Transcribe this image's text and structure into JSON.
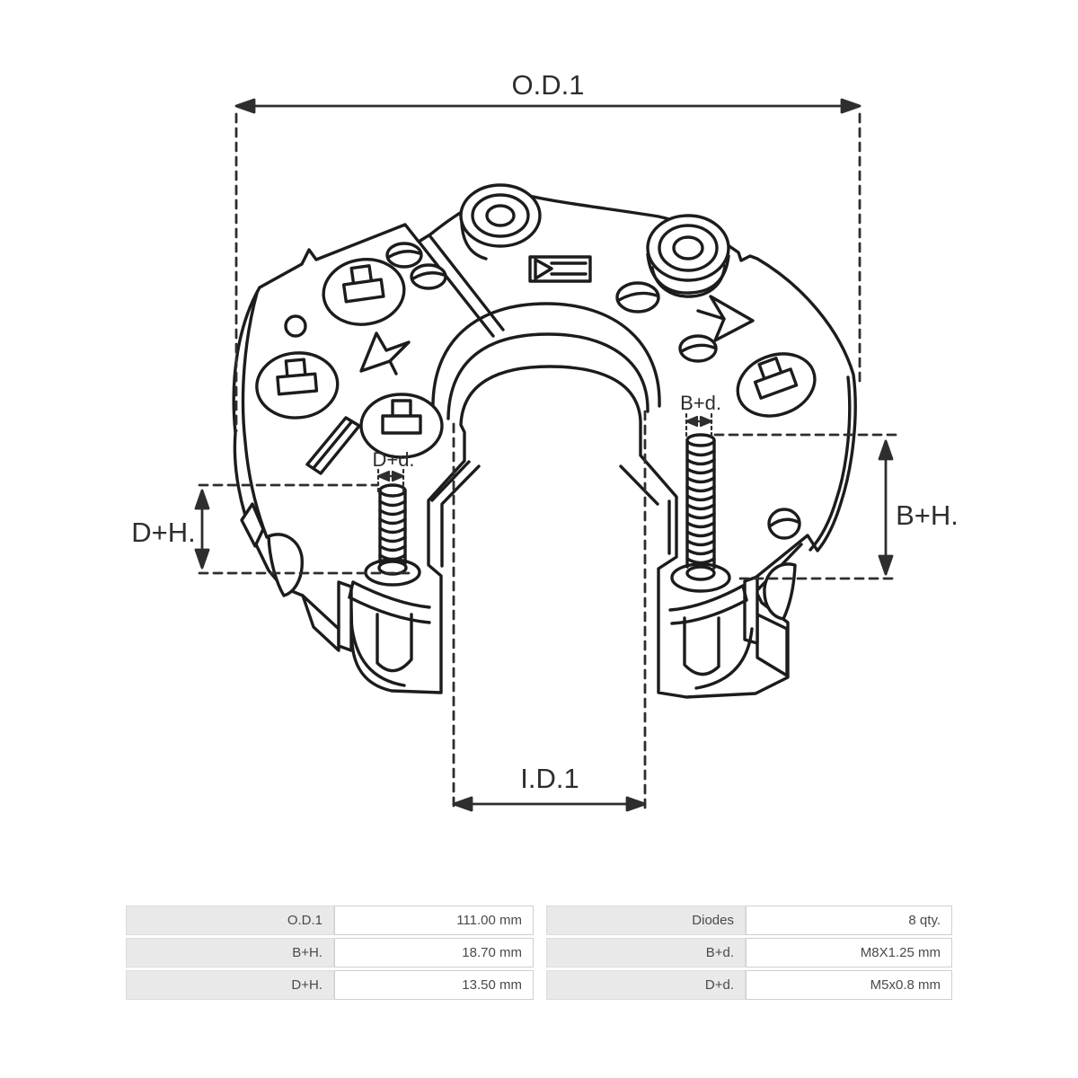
{
  "page": {
    "background": "#ffffff"
  },
  "diagram": {
    "type": "technical-drawing",
    "subject": "alternator rectifier bridge - isometric view with dimensions",
    "line_color": "#1c1c1c",
    "dimension_color": "#2e2e2e",
    "dimension_labels": {
      "od1": "O.D.1",
      "id1": "I.D.1",
      "dh": "D+H.",
      "bh": "B+H.",
      "dd": "D+d.",
      "bd": "B+d."
    }
  },
  "spec_table": {
    "rows": [
      {
        "label_left": "O.D.1",
        "value_left": "111.00 mm",
        "label_right": "Diodes",
        "value_right": "8 qty."
      },
      {
        "label_left": "B+H.",
        "value_left": "18.70 mm",
        "label_right": "B+d.",
        "value_right": "M8X1.25 mm"
      },
      {
        "label_left": "D+H.",
        "value_left": "13.50 mm",
        "label_right": "D+d.",
        "value_right": "M5x0.8 mm"
      }
    ]
  }
}
